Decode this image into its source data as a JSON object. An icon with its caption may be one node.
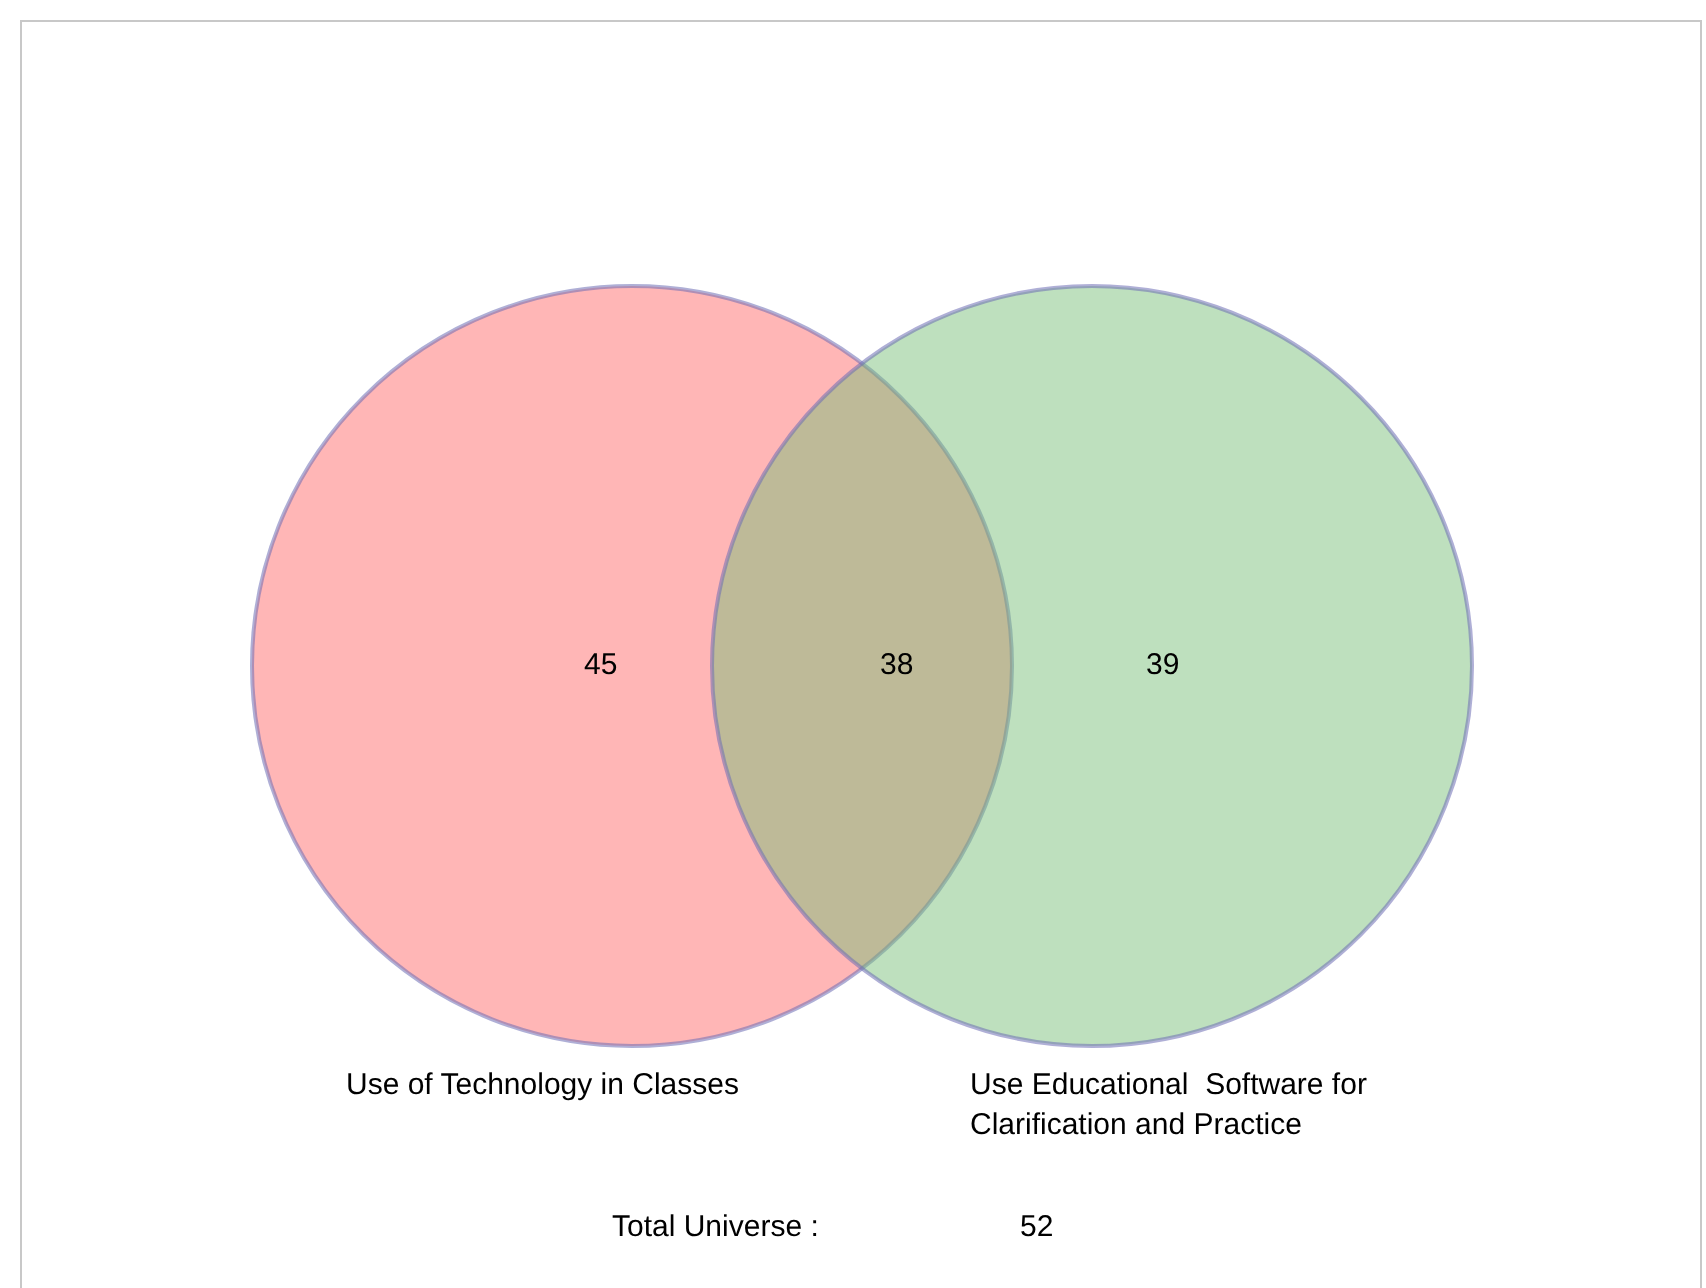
{
  "diagram": {
    "nodes": [
      {
        "text": [
          "45"
        ],
        "beside": [
          "Use of Technology in Classes"
        ]
      },
      {
        "text": [
          "39"
        ],
        "beside": [
          "Use Educational  Software for Clarification and Practice"
        ]
      }
    ],
    "labels": [
      "38",
      "Total Universe :",
      "52"
    ]
  }
}
